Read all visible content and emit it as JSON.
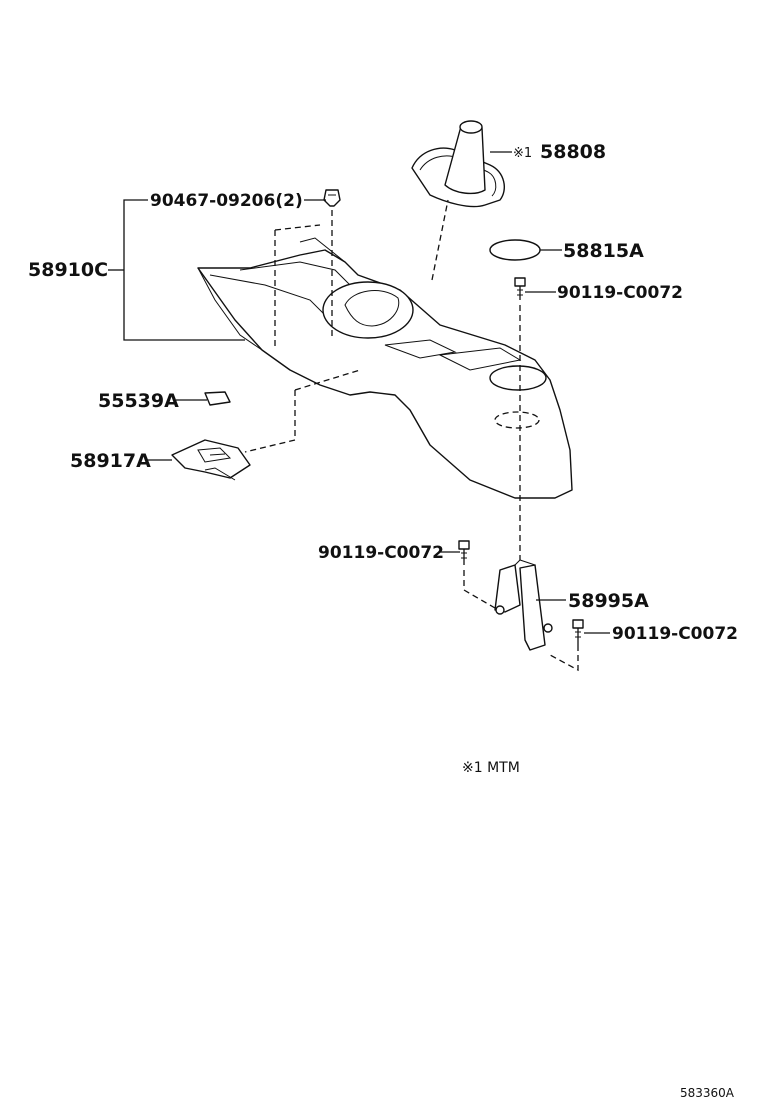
{
  "diagram": {
    "labels": {
      "shift_boot": "58808",
      "shift_boot_mark": "※1",
      "clip": "90467-09206(2)",
      "console_box": "58910C",
      "plug": "58815A",
      "screw_top": "90119-C0072",
      "cover_small": "55539A",
      "plate": "58917A",
      "screw_left": "90119-C0072",
      "bracket": "58995A",
      "screw_right": "90119-C0072"
    },
    "note": "※1 MTM",
    "ref_code": "583360A"
  }
}
